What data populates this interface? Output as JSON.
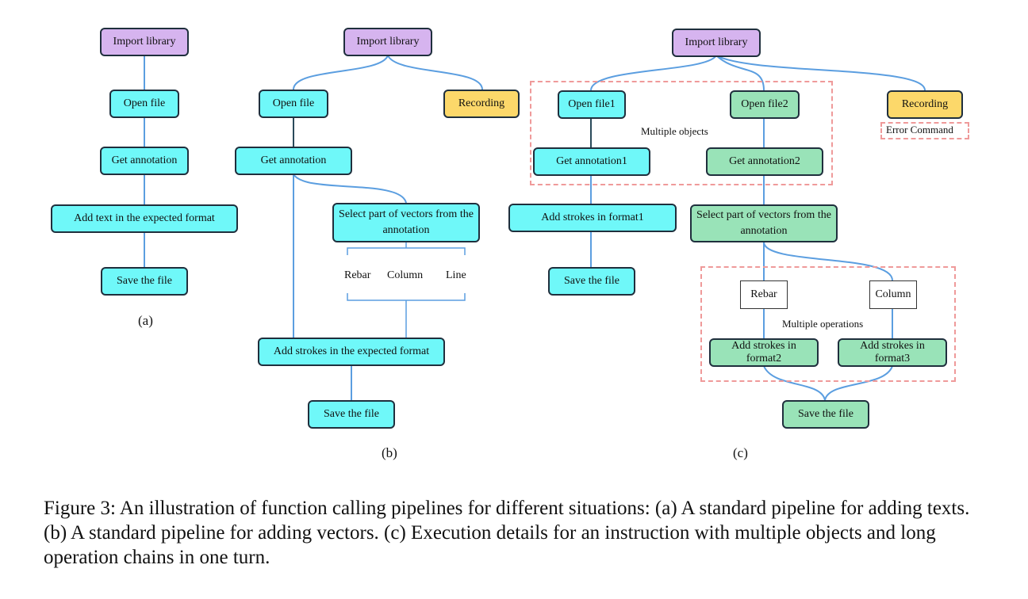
{
  "colors": {
    "connector": "#5b9ee0",
    "node_border": "#1f2f3d",
    "purple_node": "#d6b4ef",
    "cyan_node": "#6ff8f9",
    "yellow_node": "#fcd86a",
    "green_node": "#99e3b8",
    "dashed_box": "#ef9a9a"
  },
  "panel_a": {
    "import_library": "Import library",
    "open_file": "Open file",
    "get_annotation": "Get annotation",
    "add_text": "Add text in the expected format",
    "save_file": "Save the file",
    "label": "(a)"
  },
  "panel_b": {
    "import_library": "Import library",
    "open_file": "Open file",
    "recording": "Recording",
    "get_annotation": "Get annotation",
    "select_vectors": "Select part of vectors from the annotation",
    "rebar": "Rebar",
    "column": "Column",
    "line": "Line",
    "add_strokes": "Add strokes in the expected format",
    "save_file": "Save the file",
    "label": "(b)"
  },
  "panel_c": {
    "import_library": "Import library",
    "open_file1": "Open file1",
    "open_file2": "Open file2",
    "recording": "Recording",
    "error_command": "Error Command",
    "multiple_objects": "Multiple objects",
    "get_annotation1": "Get annotation1",
    "get_annotation2": "Get annotation2",
    "add_strokes_format1": "Add strokes in format1",
    "select_vectors": "Select part of vectors from the annotation",
    "save_file_left": "Save the file",
    "rebar": "Rebar",
    "column": "Column",
    "multiple_operations": "Multiple operations",
    "add_strokes_format2": "Add strokes in format2",
    "add_strokes_format3": "Add strokes in format3",
    "save_file": "Save the file",
    "label": "(c)"
  },
  "caption": "Figure 3: An illustration of function calling pipelines for different situations: (a) A standard pipeline for adding texts. (b) A standard pipeline for adding vectors. (c) Execution details for an instruction with multiple objects and long operation chains in one turn."
}
